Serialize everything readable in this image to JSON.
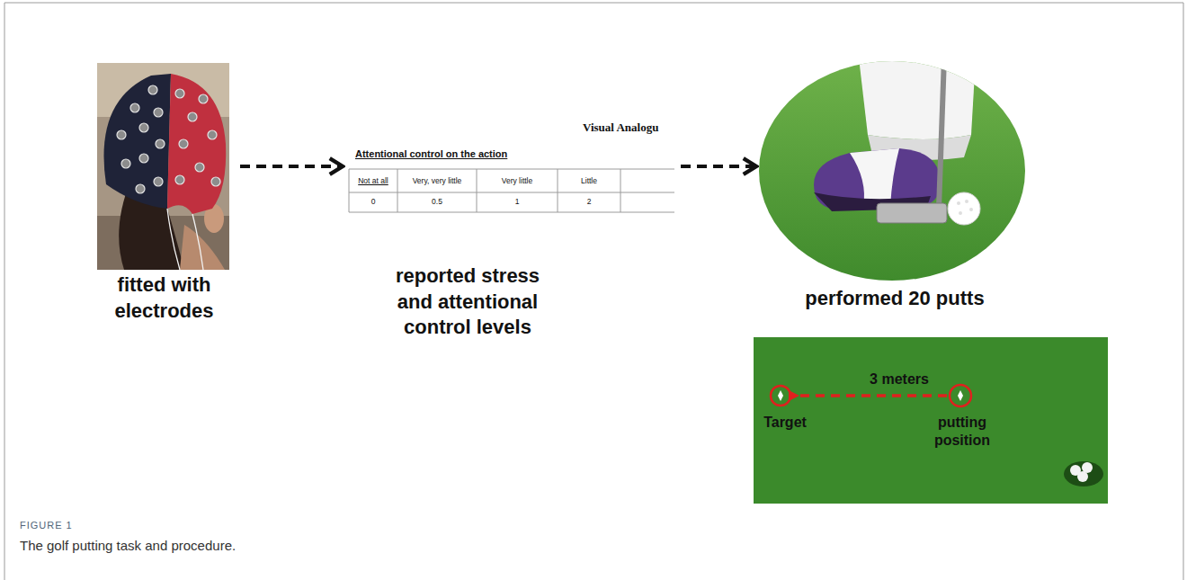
{
  "diagram": {
    "caption": "The golf putting task and procedure.",
    "nodes": [
      {
        "text": [
          "fitted with electrodes"
        ]
      },
      {
        "text": [
          "reported stress and attentional control levels"
        ]
      },
      {
        "text": [
          "performed 20 putts"
        ]
      },
      {
        "text": [
          "Target",
          "3 meters",
          "putting position"
        ]
      }
    ],
    "edges": [
      {
        "from": 0,
        "to": 1,
        "arrow": "to"
      },
      {
        "from": 1,
        "to": 2,
        "arrow": "to"
      }
    ],
    "labels": [
      "Visual Analogu",
      "Attentional control on the action",
      "Not at all",
      "Very, very little",
      "Very little",
      "Little",
      "0",
      "0.5",
      "1",
      "2",
      "FIGURE 1"
    ]
  }
}
